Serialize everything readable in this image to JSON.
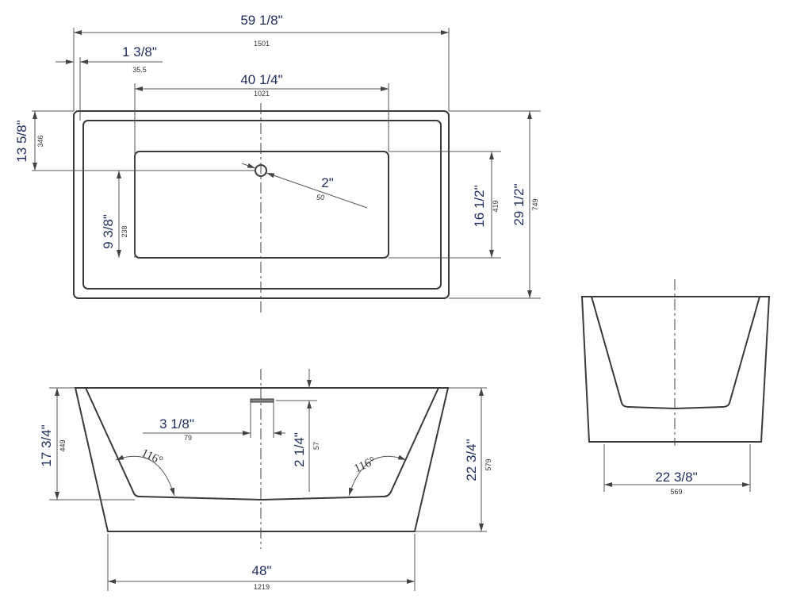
{
  "colors": {
    "dimension_text": "#1f2d5c",
    "line": "#3a3a3a"
  },
  "top_view": {
    "overall_length": {
      "imperial": "59 1/8\"",
      "metric": "1501"
    },
    "rim_offset": {
      "imperial": "1 3/8\"",
      "metric": "35.5"
    },
    "basin_length": {
      "imperial": "40 1/4\"",
      "metric": "1021"
    },
    "drain_from_edge": {
      "imperial": "13 5/8\"",
      "metric": "346"
    },
    "drain_to_basin_end": {
      "imperial": "9 3/8\"",
      "metric": "238"
    },
    "drain_diameter": {
      "imperial": "2\"",
      "metric": "50"
    },
    "basin_width": {
      "imperial": "16 1/2\"",
      "metric": "419"
    },
    "overall_width": {
      "imperial": "29 1/2\"",
      "metric": "749"
    }
  },
  "side_view": {
    "overflow_width": {
      "imperial": "3 1/8\"",
      "metric": "79"
    },
    "overflow_depth": {
      "imperial": "2 1/4\"",
      "metric": "57"
    },
    "wall_angle_left": "116°",
    "wall_angle_right": "116°",
    "interior_depth": {
      "imperial": "17 3/4\"",
      "metric": "449"
    },
    "overall_height": {
      "imperial": "22 3/4\"",
      "metric": "579"
    },
    "base_length": {
      "imperial": "48\"",
      "metric": "1219"
    }
  },
  "end_view": {
    "base_width": {
      "imperial": "22 3/8\"",
      "metric": "569"
    }
  }
}
